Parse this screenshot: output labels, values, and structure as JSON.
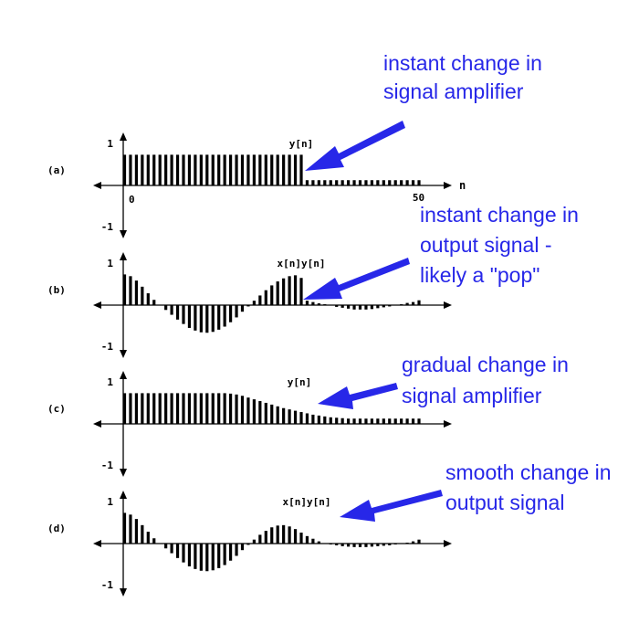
{
  "colors": {
    "annotation": "#2727e8",
    "ink": "#000000"
  },
  "callouts": [
    {
      "lines": [
        "instant change in",
        "signal amplifier"
      ]
    },
    {
      "lines": [
        "instant change in",
        "output signal -",
        "likely a \"pop\""
      ]
    },
    {
      "lines": [
        "gradual change in",
        "signal amplifier"
      ]
    },
    {
      "lines": [
        "smooth change in",
        "output signal"
      ]
    }
  ],
  "panels": [
    {
      "label": "(a)",
      "signal": "y[n]",
      "one": "1",
      "minus_one": "-1",
      "tick0": "0",
      "tick50": "50",
      "axis_name": "n",
      "values": [
        0.7,
        0.7,
        0.7,
        0.7,
        0.7,
        0.7,
        0.7,
        0.7,
        0.7,
        0.7,
        0.7,
        0.7,
        0.7,
        0.7,
        0.7,
        0.7,
        0.7,
        0.7,
        0.7,
        0.7,
        0.7,
        0.7,
        0.7,
        0.7,
        0.7,
        0.7,
        0.7,
        0.7,
        0.7,
        0.7,
        0.7,
        0.12,
        0.12,
        0.12,
        0.12,
        0.12,
        0.12,
        0.12,
        0.12,
        0.12,
        0.12,
        0.12,
        0.12,
        0.12,
        0.12,
        0.12,
        0.12,
        0.12,
        0.12,
        0.12,
        0.12
      ]
    },
    {
      "label": "(b)",
      "signal": "x[n]y[n]",
      "one": "1",
      "minus_one": "-1",
      "values": [
        0.7,
        0.66,
        0.56,
        0.42,
        0.27,
        0.12,
        -0.01,
        -0.11,
        -0.22,
        -0.33,
        -0.43,
        -0.52,
        -0.58,
        -0.62,
        -0.63,
        -0.61,
        -0.56,
        -0.49,
        -0.39,
        -0.28,
        -0.15,
        -0.03,
        0.1,
        0.22,
        0.34,
        0.45,
        0.54,
        0.61,
        0.66,
        0.68,
        0.62,
        0.1,
        0.07,
        0.04,
        0.02,
        -0.01,
        -0.04,
        -0.06,
        -0.08,
        -0.1,
        -0.1,
        -0.1,
        -0.09,
        -0.07,
        -0.05,
        -0.03,
        -0.01,
        0.02,
        0.05,
        0.07,
        0.11
      ]
    },
    {
      "label": "(c)",
      "signal": "y[n]",
      "one": "1",
      "minus_one": "-1",
      "values": [
        0.7,
        0.7,
        0.7,
        0.7,
        0.7,
        0.7,
        0.7,
        0.7,
        0.7,
        0.7,
        0.7,
        0.7,
        0.7,
        0.7,
        0.7,
        0.7,
        0.7,
        0.7,
        0.69,
        0.67,
        0.64,
        0.6,
        0.56,
        0.52,
        0.48,
        0.44,
        0.4,
        0.36,
        0.33,
        0.3,
        0.27,
        0.24,
        0.21,
        0.19,
        0.17,
        0.15,
        0.14,
        0.13,
        0.12,
        0.12,
        0.12,
        0.12,
        0.12,
        0.12,
        0.12,
        0.12,
        0.12,
        0.12,
        0.12,
        0.12,
        0.12
      ]
    },
    {
      "label": "(d)",
      "signal": "x[n]y[n]",
      "one": "1",
      "minus_one": "-1",
      "values": [
        0.7,
        0.66,
        0.56,
        0.42,
        0.27,
        0.12,
        -0.01,
        -0.11,
        -0.22,
        -0.33,
        -0.43,
        -0.52,
        -0.58,
        -0.62,
        -0.63,
        -0.61,
        -0.56,
        -0.49,
        -0.39,
        -0.28,
        -0.15,
        -0.03,
        0.09,
        0.2,
        0.29,
        0.37,
        0.41,
        0.42,
        0.39,
        0.33,
        0.25,
        0.17,
        0.11,
        0.05,
        0.01,
        -0.02,
        -0.04,
        -0.06,
        -0.07,
        -0.08,
        -0.08,
        -0.08,
        -0.07,
        -0.06,
        -0.05,
        -0.04,
        -0.02,
        0,
        0.02,
        0.05,
        0.09
      ]
    }
  ]
}
